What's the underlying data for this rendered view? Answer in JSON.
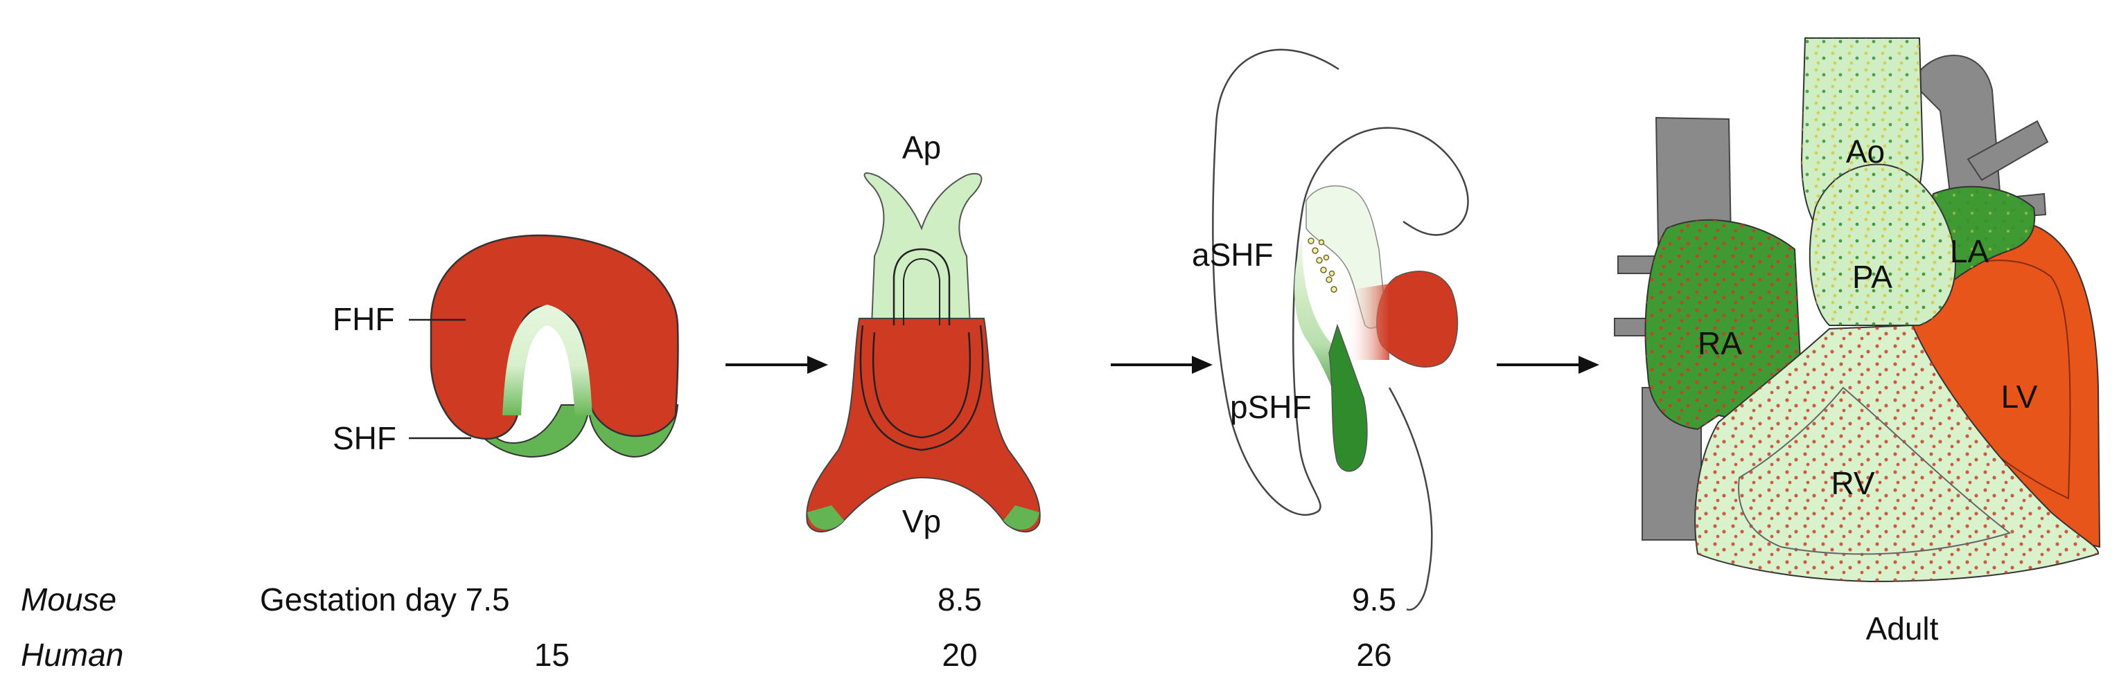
{
  "stage_labels": {
    "fhf": "FHF",
    "shf": "SHF",
    "ap": "Ap",
    "vp": "Vp",
    "ashf": "aSHF",
    "pshf": "pSHF",
    "ao": "Ao",
    "pa": "PA",
    "la": "LA",
    "ra": "RA",
    "lv": "LV",
    "rv": "RV"
  },
  "timeline": {
    "mouse_label": "Mouse",
    "human_label": "Human",
    "gestation_text": "Gestation day 7.5",
    "mouse_days": [
      "8.5",
      "9.5"
    ],
    "human_days": [
      "15",
      "20",
      "26"
    ],
    "adult_label": "Adult"
  },
  "colors": {
    "fhf_red": "#cf3a22",
    "shf_green": "#3f9a33",
    "light_green": "#cfeec3",
    "lv_orange": "#e8551b",
    "vessel_gray": "#8a8a8a"
  }
}
